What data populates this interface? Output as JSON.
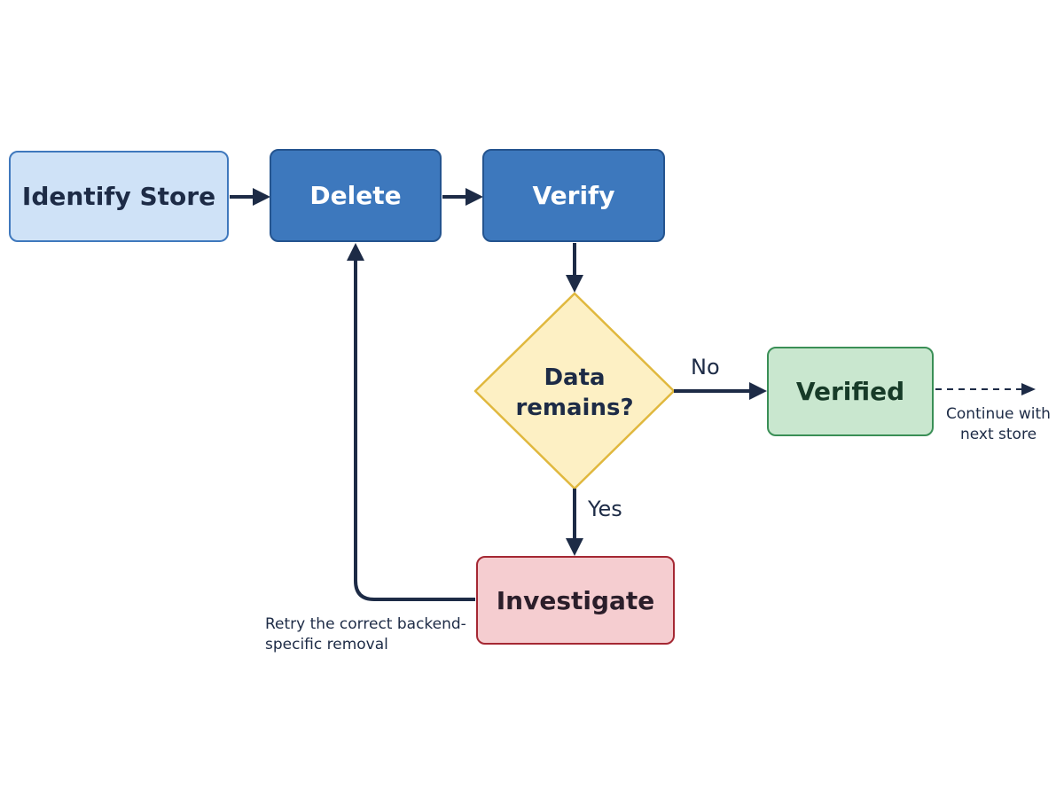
{
  "nodes": {
    "identify_store": "Identify Store",
    "delete": "Delete",
    "verify": "Verify",
    "decision": "Data remains?",
    "verified": "Verified",
    "investigate": "Investigate"
  },
  "edges": {
    "no": "No",
    "yes": "Yes"
  },
  "notes": {
    "continue": "Continue with next store",
    "retry": "Retry the correct backend-specific removal"
  },
  "colors": {
    "arrow": "#1d2b46",
    "decision_fill": "#fdf0c4",
    "decision_stroke": "#e0b83e"
  }
}
